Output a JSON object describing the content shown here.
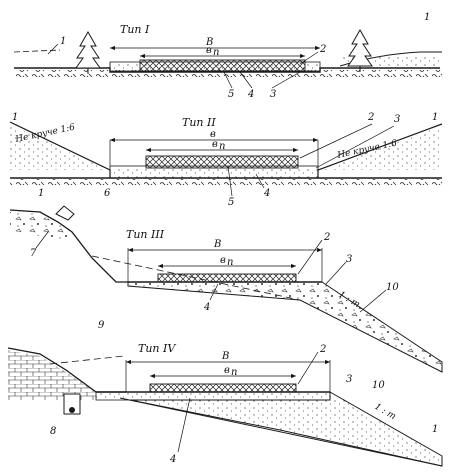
{
  "sections": [
    {
      "title": "Тип I",
      "dims": {
        "total": "B",
        "pavement": "в",
        "pavement_sub": "п"
      },
      "markers": [
        "1",
        "1",
        "2",
        "3",
        "4",
        "5"
      ]
    },
    {
      "title": "Тип II",
      "dims": {
        "total": "в",
        "pavement": "в",
        "pavement_sub": "п"
      },
      "slope_left": "Не круче 1:6",
      "slope_right": "Не круче 1:6",
      "markers": [
        "1",
        "1",
        "1",
        "2",
        "3",
        "4",
        "5",
        "6"
      ]
    },
    {
      "title": "Тип III",
      "dims": {
        "total": "B",
        "pavement": "в",
        "pavement_sub": "п"
      },
      "slope": "1 : m",
      "markers": [
        "2",
        "3",
        "4",
        "7",
        "9",
        "10"
      ]
    },
    {
      "title": "Тип IV",
      "dims": {
        "total": "B",
        "pavement": "в",
        "pavement_sub": "п"
      },
      "slope": "1 : m",
      "markers": [
        "1",
        "2",
        "3",
        "4",
        "8",
        "10"
      ]
    }
  ],
  "colors": {
    "ink": "#1a1a1a",
    "paper": "#ffffff"
  }
}
